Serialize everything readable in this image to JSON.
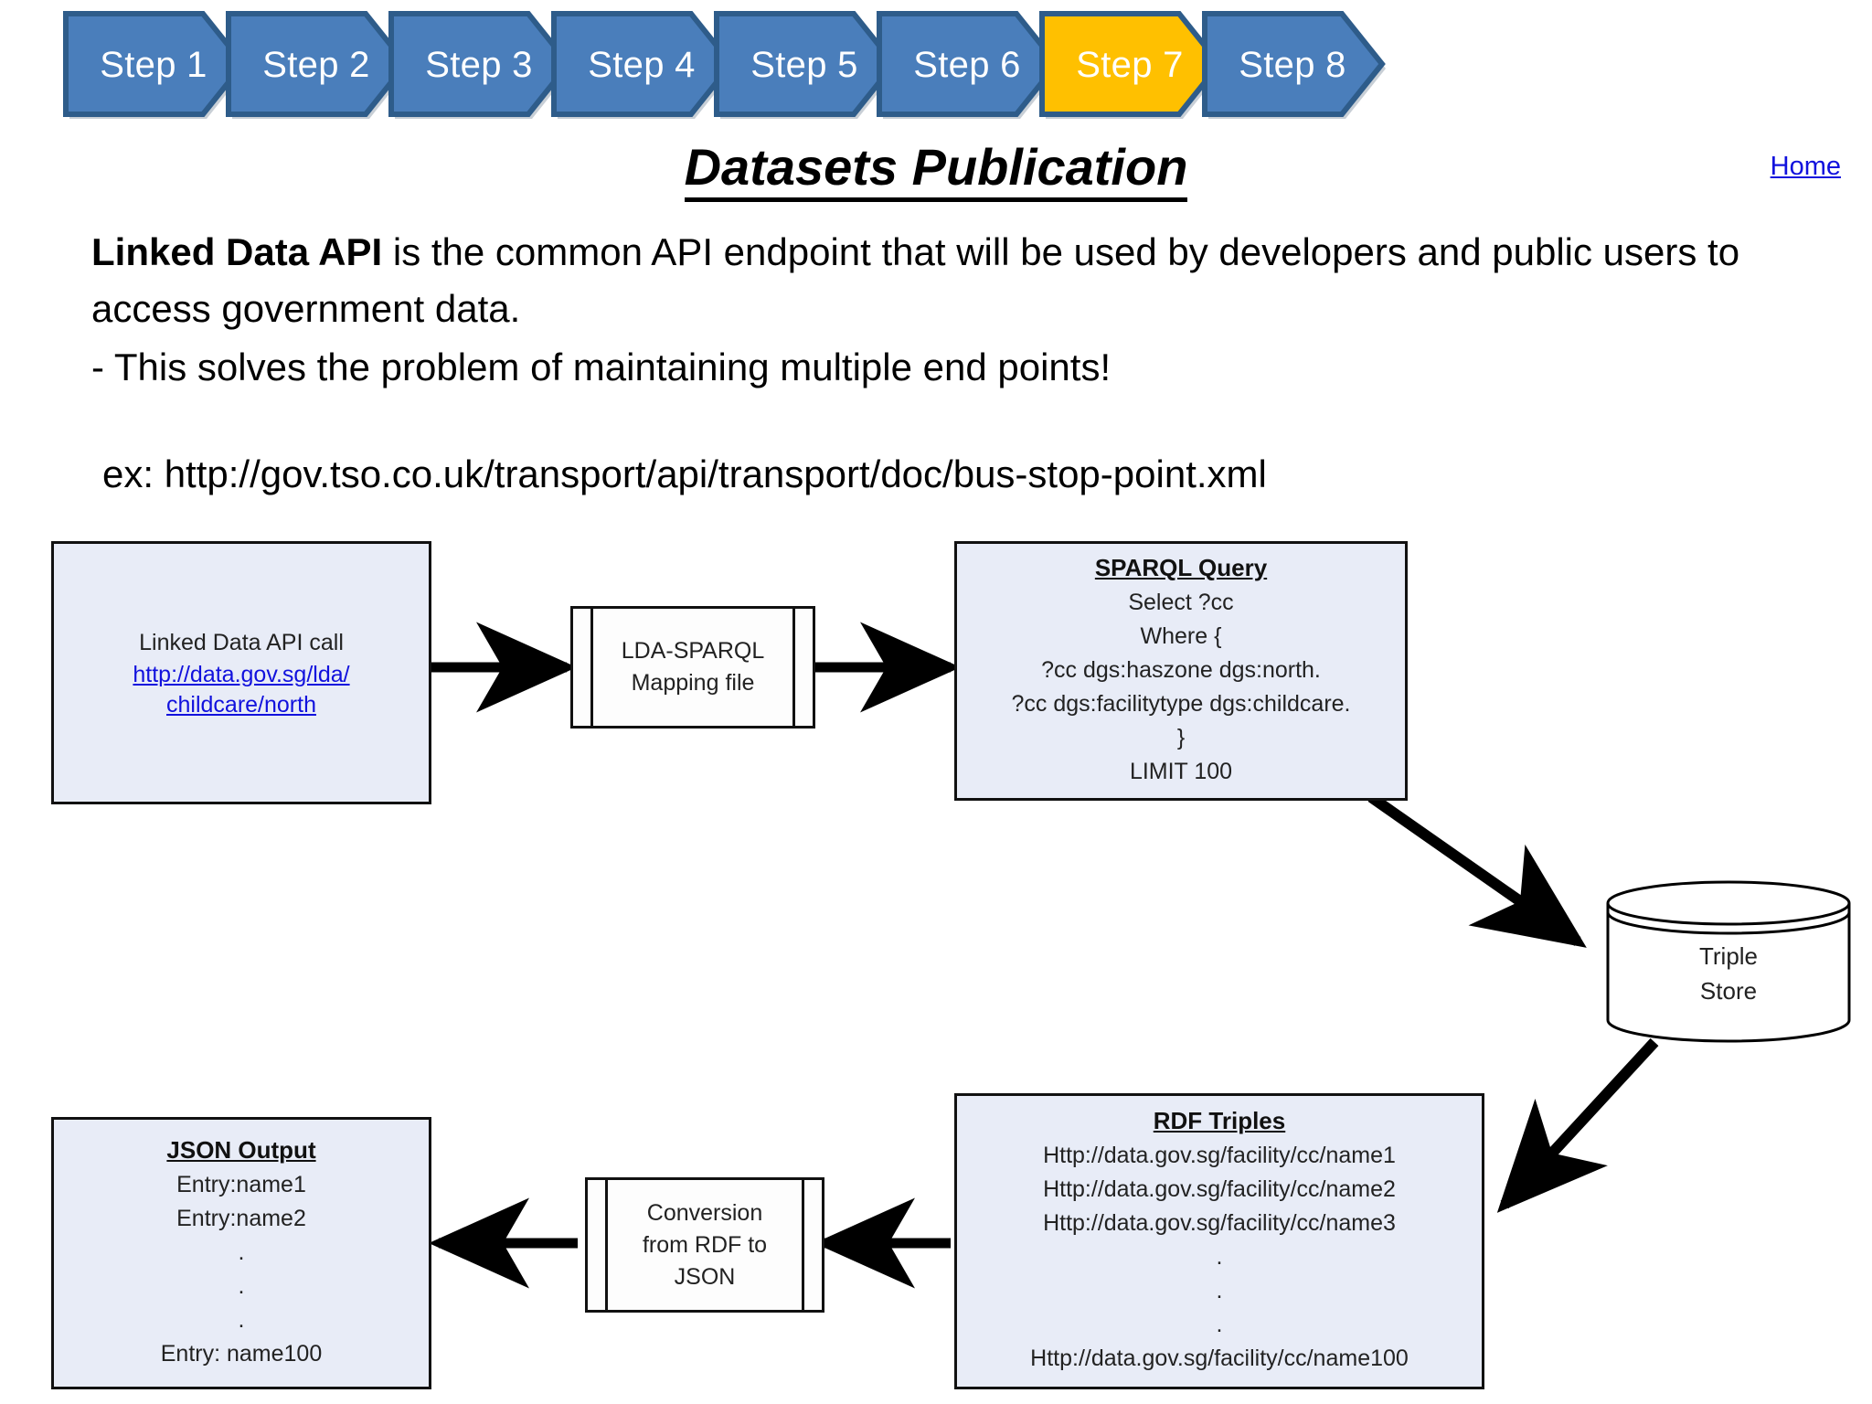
{
  "steps": {
    "items": [
      {
        "label": "Step 1",
        "active": false
      },
      {
        "label": "Step 2",
        "active": false
      },
      {
        "label": "Step 3",
        "active": false
      },
      {
        "label": "Step 4",
        "active": false
      },
      {
        "label": "Step 5",
        "active": false
      },
      {
        "label": "Step 6",
        "active": false
      },
      {
        "label": "Step 7",
        "active": true
      },
      {
        "label": "Step 8",
        "active": false
      }
    ],
    "colors": {
      "inactive_fill": "#4A7EBB",
      "inactive_border": "#2E5C8A",
      "active_fill": "#FFC000",
      "active_border": "#2E5C8A",
      "label_color": "#FFFFFF"
    }
  },
  "header": {
    "title": "Datasets Publication",
    "home_label": "Home",
    "home_color": "#1111DD"
  },
  "body": {
    "lead_bold": "Linked Data API",
    "lead_rest": " is the common API endpoint that will be used by developers and public users to access government data.",
    "bullet": "- This solves the problem of maintaining multiple end points!",
    "example": "ex: http://gov.tso.co.uk/transport/api/transport/doc/bus-stop-point.xml"
  },
  "diagram": {
    "colors": {
      "box_fill": "#E8ECF7",
      "box_border": "#111111",
      "link_color": "#1111DD",
      "connector": "#000000"
    },
    "api_call_box": {
      "title": "Linked Data API call",
      "link_line_1": "http://data.gov.sg/lda/",
      "link_line_2": "childcare/north"
    },
    "mapping_file": {
      "line_1": "LDA-SPARQL",
      "line_2": "Mapping file"
    },
    "sparql_query": {
      "title": "SPARQL Query",
      "lines": [
        "Select ?cc",
        "Where {",
        "?cc dgs:haszone dgs:north.",
        "?cc dgs:facilitytype dgs:childcare.",
        "}",
        "LIMIT 100"
      ]
    },
    "triple_store": {
      "line_1": "Triple",
      "line_2": "Store"
    },
    "rdf_triples": {
      "title": "RDF Triples",
      "lines": [
        "Http://data.gov.sg/facility/cc/name1",
        "Http://data.gov.sg/facility/cc/name2",
        "Http://data.gov.sg/facility/cc/name3",
        ".",
        ".",
        ".",
        "Http://data.gov.sg/facility/cc/name100"
      ]
    },
    "conversion": {
      "line_1": "Conversion",
      "line_2": "from RDF to",
      "line_3": "JSON"
    },
    "json_output": {
      "title": "JSON Output",
      "lines": [
        "Entry:name1",
        "Entry:name2",
        ".",
        ".",
        ".",
        "Entry: name100"
      ]
    }
  }
}
